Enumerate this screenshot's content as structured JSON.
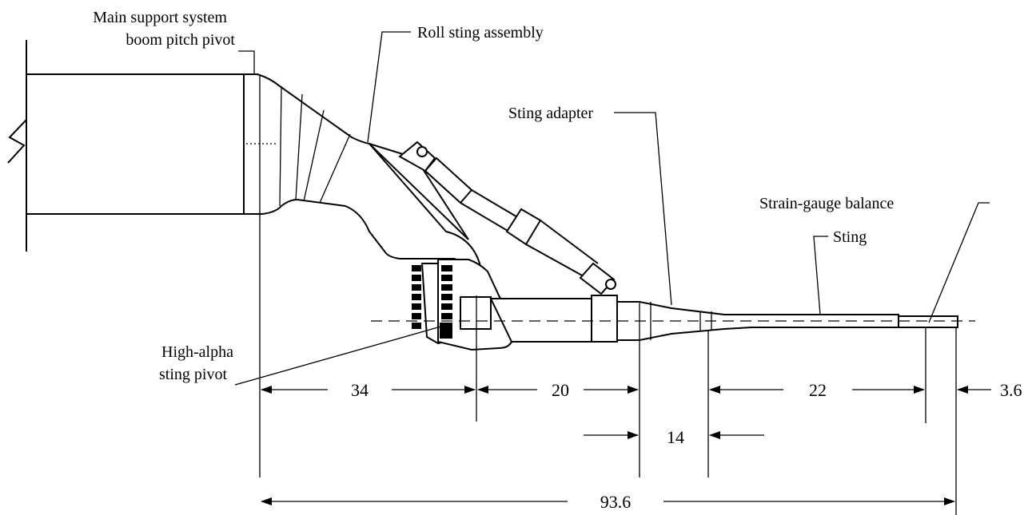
{
  "labels": {
    "main_support_line1": "Main support system",
    "main_support_line2": "boom pitch pivot",
    "roll_sting": "Roll sting assembly",
    "sting_adapter": "Sting adapter",
    "strain_gauge": "Strain-gauge balance",
    "sting": "Sting",
    "high_alpha_line1": "High-alpha",
    "high_alpha_line2": "sting pivot"
  },
  "dimensions": {
    "d34": "34",
    "d20": "20",
    "d14": "14",
    "d22": "22",
    "d3_6": "3.6",
    "d93_6": "93.6"
  }
}
